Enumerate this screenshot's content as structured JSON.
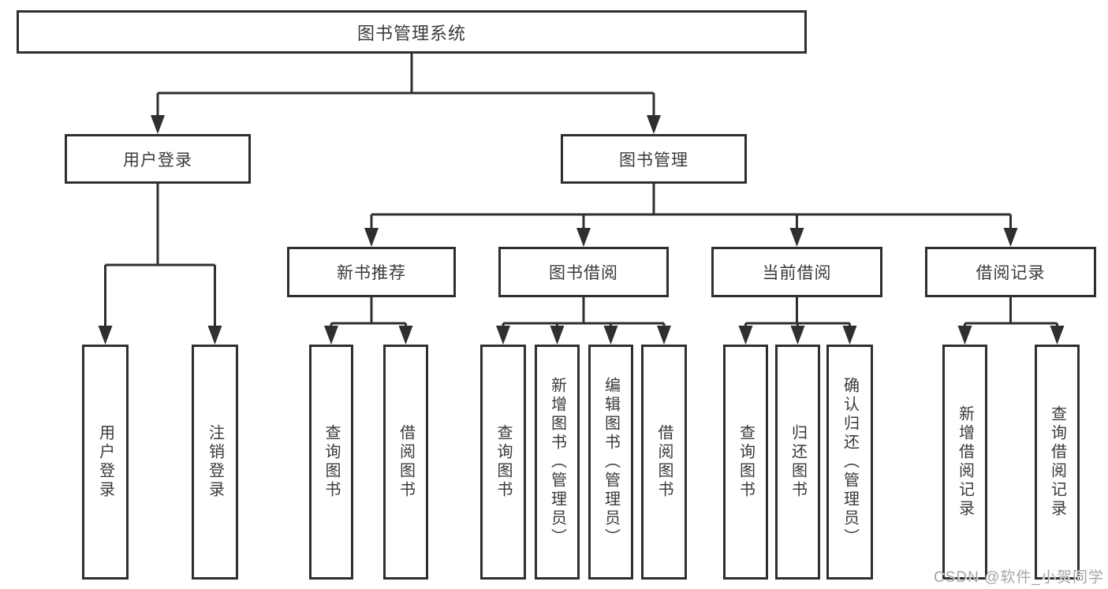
{
  "root": {
    "label": "图书管理系统"
  },
  "branches": [
    {
      "label": "用户登录",
      "leaves": [
        "用户登录",
        "注销登录"
      ]
    },
    {
      "label": "图书管理",
      "groups": [
        {
          "label": "新书推荐",
          "leaves": [
            "查询图书",
            "借阅图书"
          ]
        },
        {
          "label": "图书借阅",
          "leaves": [
            "查询图书",
            "新增图书（管理员）",
            "编辑图书（管理员）",
            "借阅图书"
          ]
        },
        {
          "label": "当前借阅",
          "leaves": [
            "查询图书",
            "归还图书",
            "确认归还（管理员）"
          ]
        },
        {
          "label": "借阅记录",
          "leaves": [
            "新增借阅记录",
            "查询借阅记录"
          ]
        }
      ]
    }
  ],
  "watermark": "CSDN @软件_小贺同学",
  "colors": {
    "line": "#2f2f2f",
    "text": "#3a3a3a",
    "box_background": "#ffffff",
    "watermark": "#a6a6a6"
  }
}
